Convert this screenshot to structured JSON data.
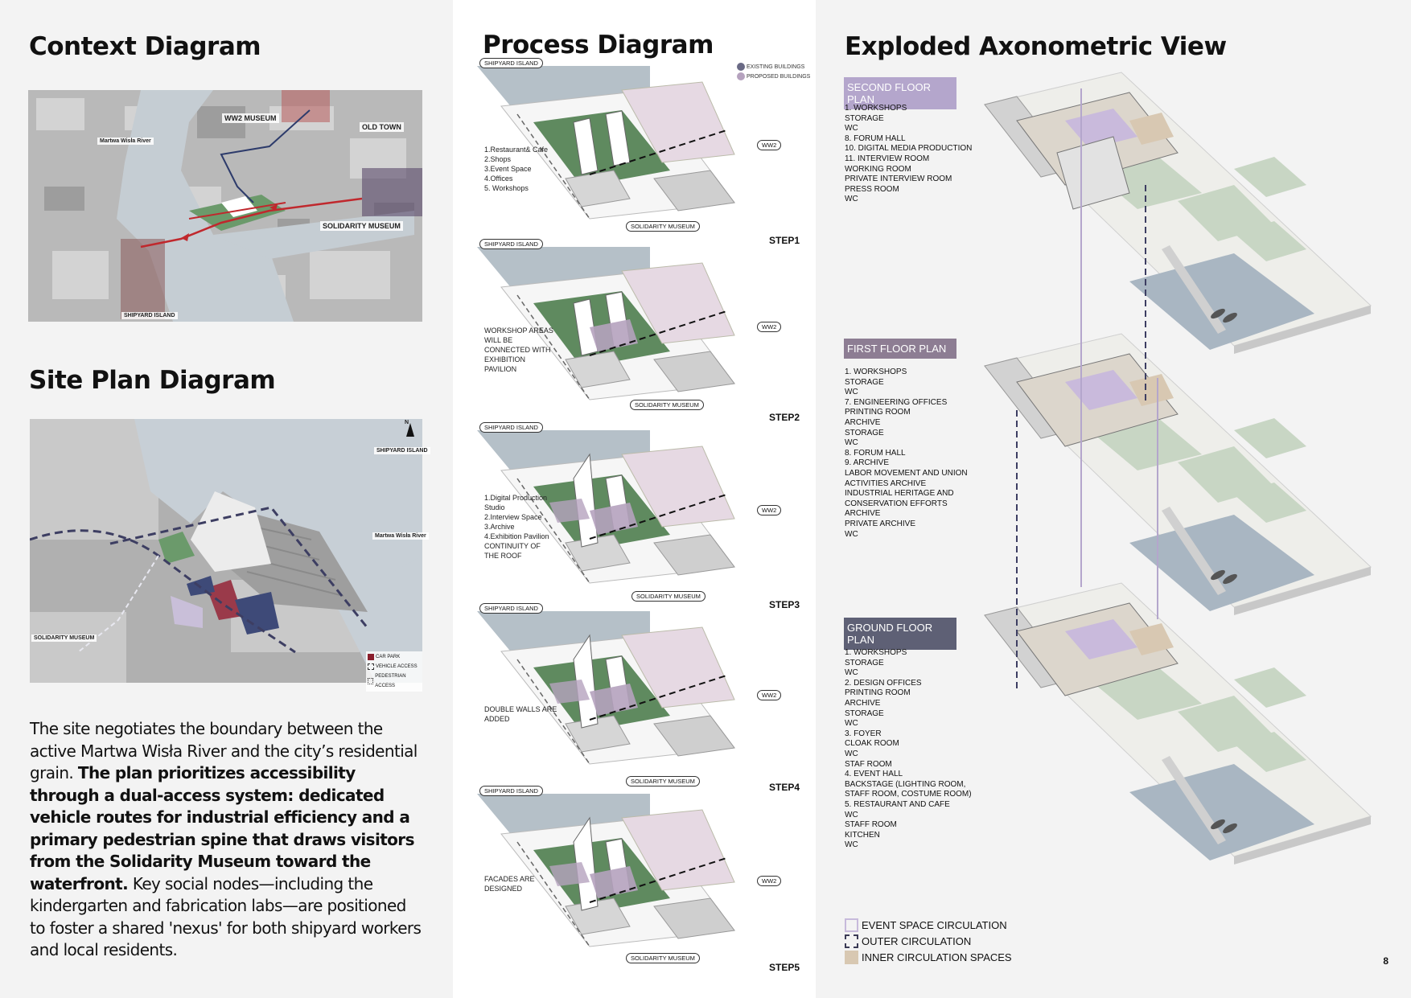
{
  "context": {
    "title": "Context Diagram",
    "labels": {
      "ww2": "WW2 MUSEUM",
      "old_town": "OLD TOWN",
      "river": "Martwa Wisła River",
      "solidarity": "SOLIDARITY MUSEUM",
      "shipyard": "SHIPYARD ISLAND"
    }
  },
  "siteplan": {
    "title": "Site Plan Diagram",
    "labels": {
      "shipyard": "SHIPYARD ISLAND",
      "river": "Martwa Wisła River",
      "solidarity": "SOLIDARITY MUSEUM",
      "north": "N"
    },
    "legend": [
      {
        "label": "CAR PARK",
        "color": "#8a1f2e"
      },
      {
        "label": "VEHICLE ACCESS",
        "color": "#ffffff"
      },
      {
        "label": "PEDESTRIAN ACCESS",
        "color": "#ffffff"
      }
    ]
  },
  "paragraph": {
    "part1": "The site negotiates the boundary between the active Martwa Wisła River and the city’s residential grain. ",
    "bold": "The plan prioritizes accessibility through a dual-access system: dedicated vehicle routes for industrial efficiency and a primary pedestrian spine that draws visitors from the Solidarity Museum toward the waterfront.",
    "part2": " Key social nodes—including the kindergarten and fabrication labs—are positioned to foster a shared 'nexus' for both shipyard workers and local residents."
  },
  "process": {
    "title": "Process Diagram",
    "legend": [
      {
        "label": "EXISTING BUILDINGS",
        "color": "#6a6a85"
      },
      {
        "label": "PROPOSED BUILDINGS",
        "color": "#b5a2be"
      }
    ],
    "pill_shipyard": "SHIPYARD ISLAND",
    "pill_ww2": "WW2",
    "pill_solidarity": "SOLIDARITY MUSEUM",
    "steps": [
      {
        "label": "STEP1",
        "note": "1.Restaurant& Cafe\n2.Shops\n3.Event Space\n4.Offices\n5. Workshops"
      },
      {
        "label": "STEP2",
        "note": "WORKSHOP AREAS\nWILL BE\nCONNECTED WITH\nEXHIBITION\nPAVILION"
      },
      {
        "label": "STEP3",
        "note": "1.Digital Production\nStudio\n2.Interview Space\n3.Archive\n4.Exhibition Pavilion\nCONTINUITY OF\nTHE ROOF"
      },
      {
        "label": "STEP4",
        "note": "DOUBLE WALLS ARE\nADDED"
      },
      {
        "label": "STEP5",
        "note": "FACADES ARE\nDESIGNED"
      }
    ]
  },
  "axonometric": {
    "title": "Exploded Axonometric View",
    "floors": [
      {
        "tag": "SECOND FLOOR PLAN",
        "color": "#b4a6cc",
        "rooms": [
          "1. WORKSHOPS",
          "STORAGE",
          "WC",
          "8. FORUM HALL",
          "10. DIGITAL MEDIA PRODUCTION",
          "11. INTERVIEW ROOM",
          "WORKING ROOM",
          "PRIVATE INTERVIEW ROOM",
          "PRESS ROOM",
          "WC"
        ]
      },
      {
        "tag": "FIRST FLOOR PLAN",
        "color": "#8d7d93",
        "rooms": [
          "1. WORKSHOPS",
          "STORAGE",
          "WC",
          "7. ENGINEERING OFFICES",
          "PRINTING ROOM",
          "ARCHIVE",
          "STORAGE",
          "WC",
          "8. FORUM HALL",
          "9. ARCHIVE",
          "LABOR MOVEMENT AND UNION",
          "ACTIVITIES ARCHIVE",
          "INDUSTRIAL HERITAGE AND",
          "CONSERVATION EFFORTS",
          "ARCHIVE",
          "PRIVATE ARCHIVE",
          "WC"
        ]
      },
      {
        "tag": "GROUND FLOOR PLAN",
        "color": "#5e6075",
        "rooms": [
          "1. WORKSHOPS",
          "STORAGE",
          "WC",
          "2. DESIGN OFFICES",
          "PRINTING ROOM",
          "ARCHIVE",
          "STORAGE",
          "WC",
          "3. FOYER",
          "CLOAK ROOM",
          "WC",
          "STAF ROOM",
          "4. EVENT HALL",
          "BACKSTAGE (LIGHTING ROOM,",
          "STAFF ROOM, COSTUME ROOM)",
          "5. RESTAURANT AND CAFE",
          "WC",
          "STAFF ROOM",
          "KITCHEN",
          "WC"
        ]
      }
    ],
    "legend": [
      {
        "label": "EVENT SPACE CIRCULATION",
        "color": "#c7badb"
      },
      {
        "label": "OUTER CIRCULATION",
        "color": "#3a3a55"
      },
      {
        "label": "INNER CIRCULATION SPACES",
        "color": "#d8c8b2"
      }
    ]
  },
  "page_number": "8"
}
